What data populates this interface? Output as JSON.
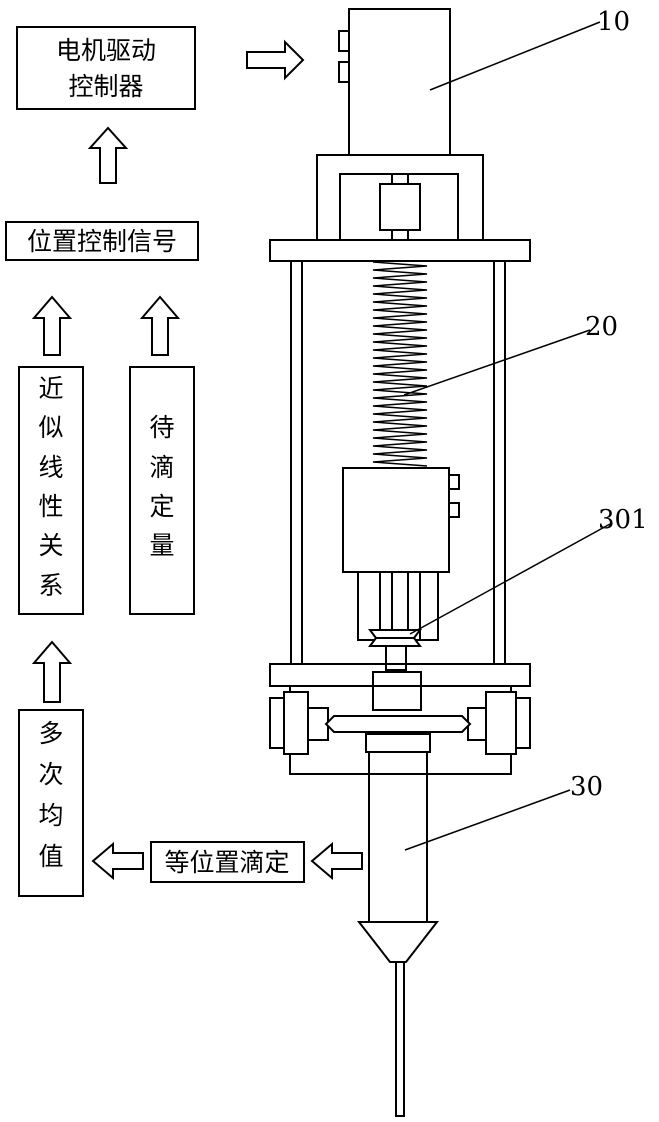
{
  "boxes": {
    "motor_driver": [
      "电机驱动",
      "控制器"
    ],
    "position_signal": "位置控制信号",
    "linear_relation": [
      "近",
      "似",
      "线",
      "性",
      "关",
      "系"
    ],
    "titration_amount": [
      "待",
      "滴",
      "定",
      "量"
    ],
    "multi_average": [
      "多",
      "次",
      "均",
      "值"
    ],
    "equal_position": "等位置滴定"
  },
  "labels": {
    "motor": "10",
    "spring": "20",
    "plunger_tip": "301",
    "syringe": "30"
  }
}
